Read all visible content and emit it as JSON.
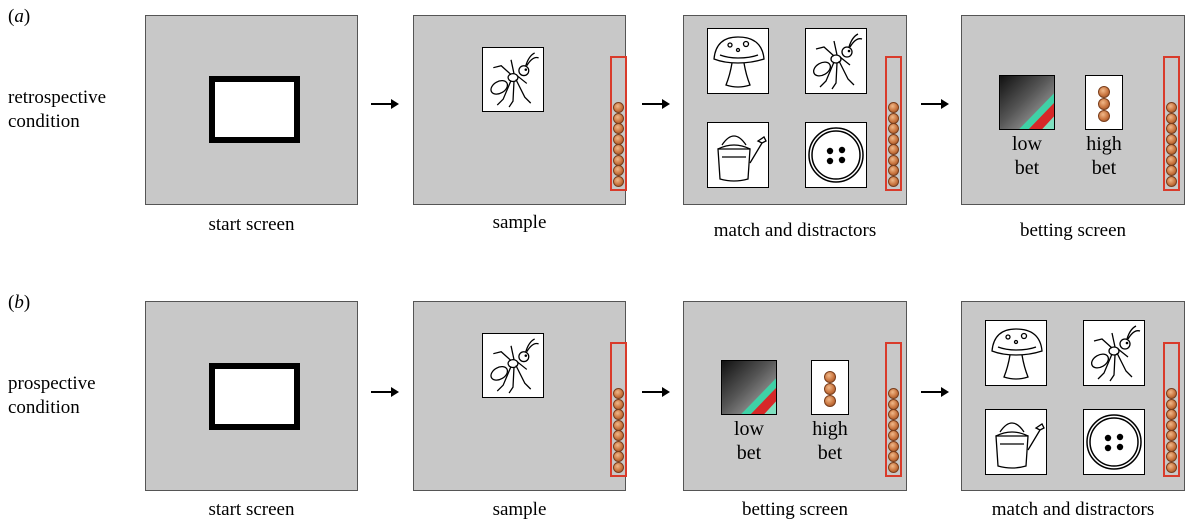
{
  "panels": [
    {
      "label": "(a)",
      "condition": [
        "retrospective",
        "condition"
      ],
      "captions": [
        "start screen",
        "sample",
        "match and distractors",
        "betting screen"
      ]
    },
    {
      "label": "(b)",
      "condition": [
        "prospective",
        "condition"
      ],
      "captions": [
        "start screen",
        "sample",
        "betting screen",
        "match and distractors"
      ]
    }
  ],
  "bet": {
    "low": [
      "low",
      "bet"
    ],
    "high": [
      "high",
      "bet"
    ]
  },
  "coin_count": {
    "sample_bar": 8,
    "high_bet": 3
  },
  "colors": {
    "screen_bg": "#c8c8c8",
    "bar_border": "#d93b2b",
    "coin": "#c9753f",
    "low_bet_green": "#3fd1a6",
    "low_bet_red": "#d62828"
  },
  "icons": [
    "mushroom-icon",
    "ant-icon",
    "watering-can-icon",
    "button-icon"
  ]
}
